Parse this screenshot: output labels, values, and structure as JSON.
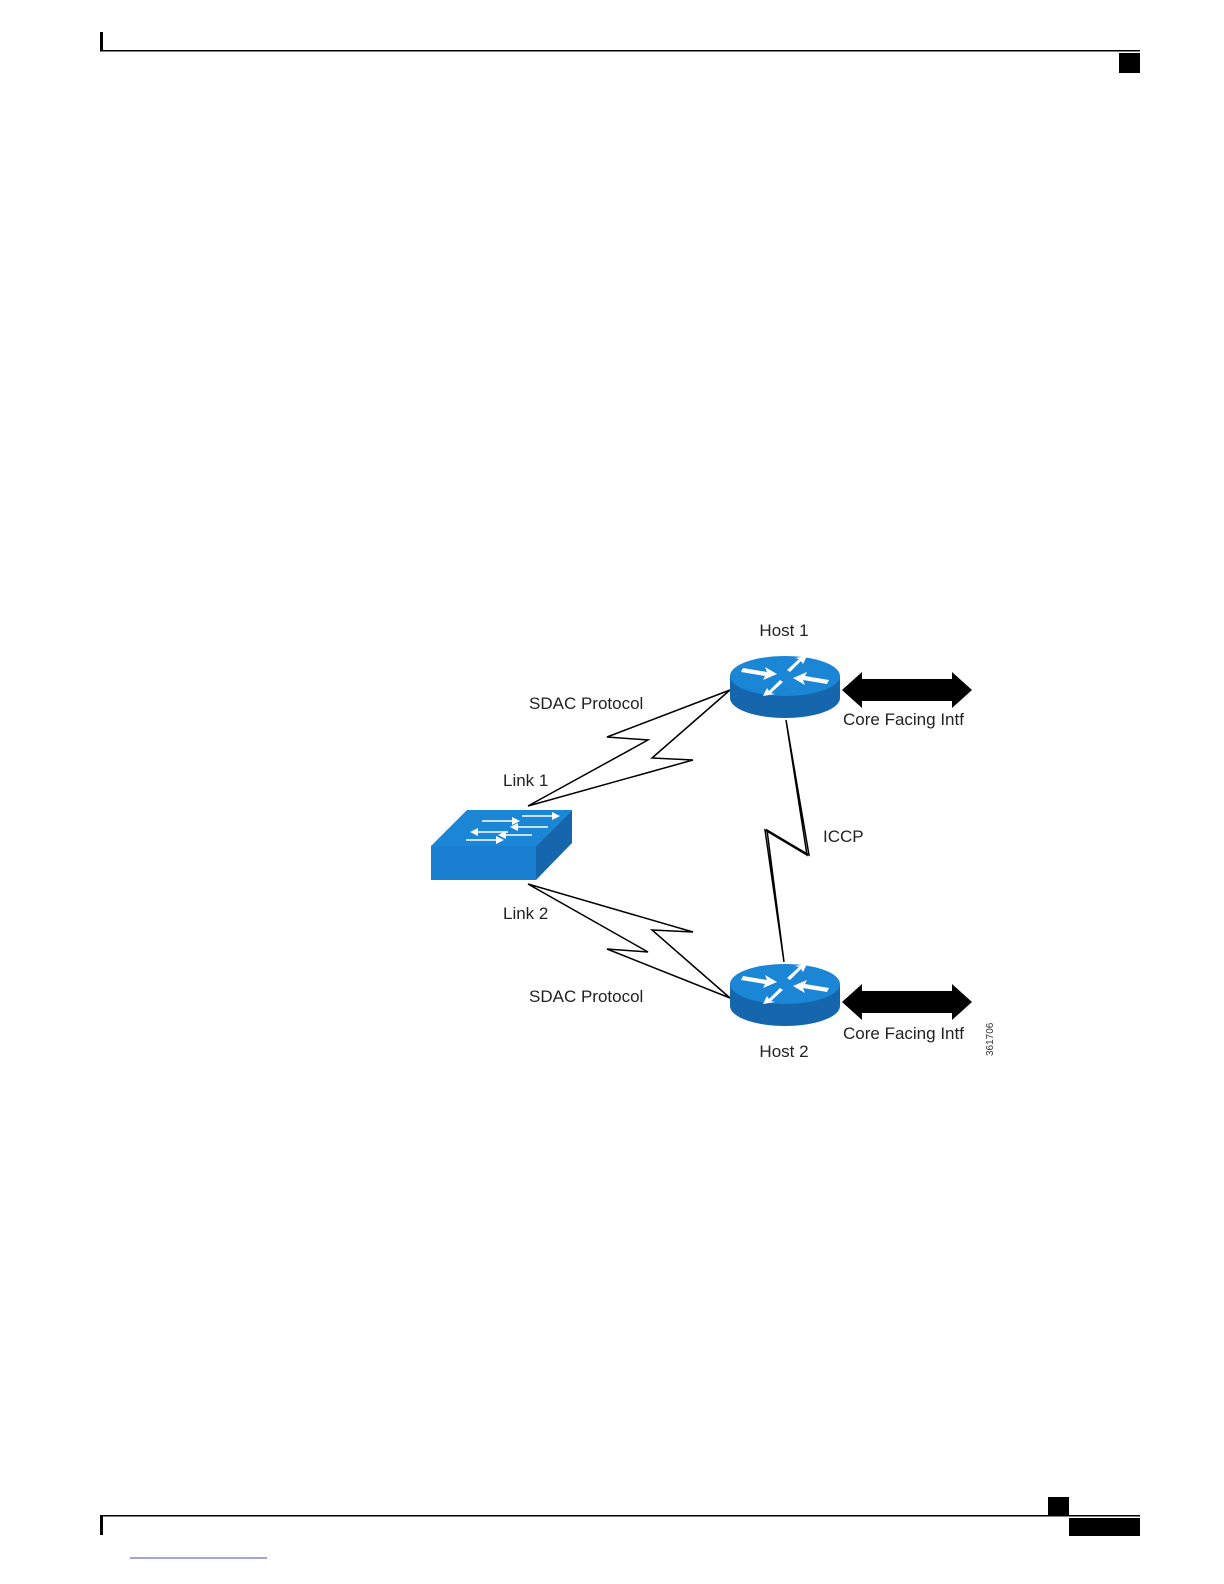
{
  "diagram": {
    "figure_code": "361706",
    "nodes": {
      "host1": {
        "label": "Host 1",
        "type": "router",
        "icon": "router-icon"
      },
      "host2": {
        "label": "Host 2",
        "type": "router",
        "icon": "router-icon"
      },
      "switch": {
        "type": "switch",
        "icon": "switch-icon"
      }
    },
    "links": {
      "link1": {
        "label": "Link 1",
        "protocol": "SDAC Protocol"
      },
      "link2": {
        "label": "Link 2",
        "protocol": "SDAC Protocol"
      },
      "iccp": {
        "label": "ICCP"
      }
    },
    "core_interfaces": {
      "host1": {
        "label": "Core Facing Intf"
      },
      "host2": {
        "label": "Core Facing Intf"
      }
    }
  },
  "colors": {
    "device_blue": "#1a7fd0",
    "device_top": "#1c86d6",
    "device_dark": "#1566ad",
    "line": "#000000",
    "rule": "#000000"
  }
}
